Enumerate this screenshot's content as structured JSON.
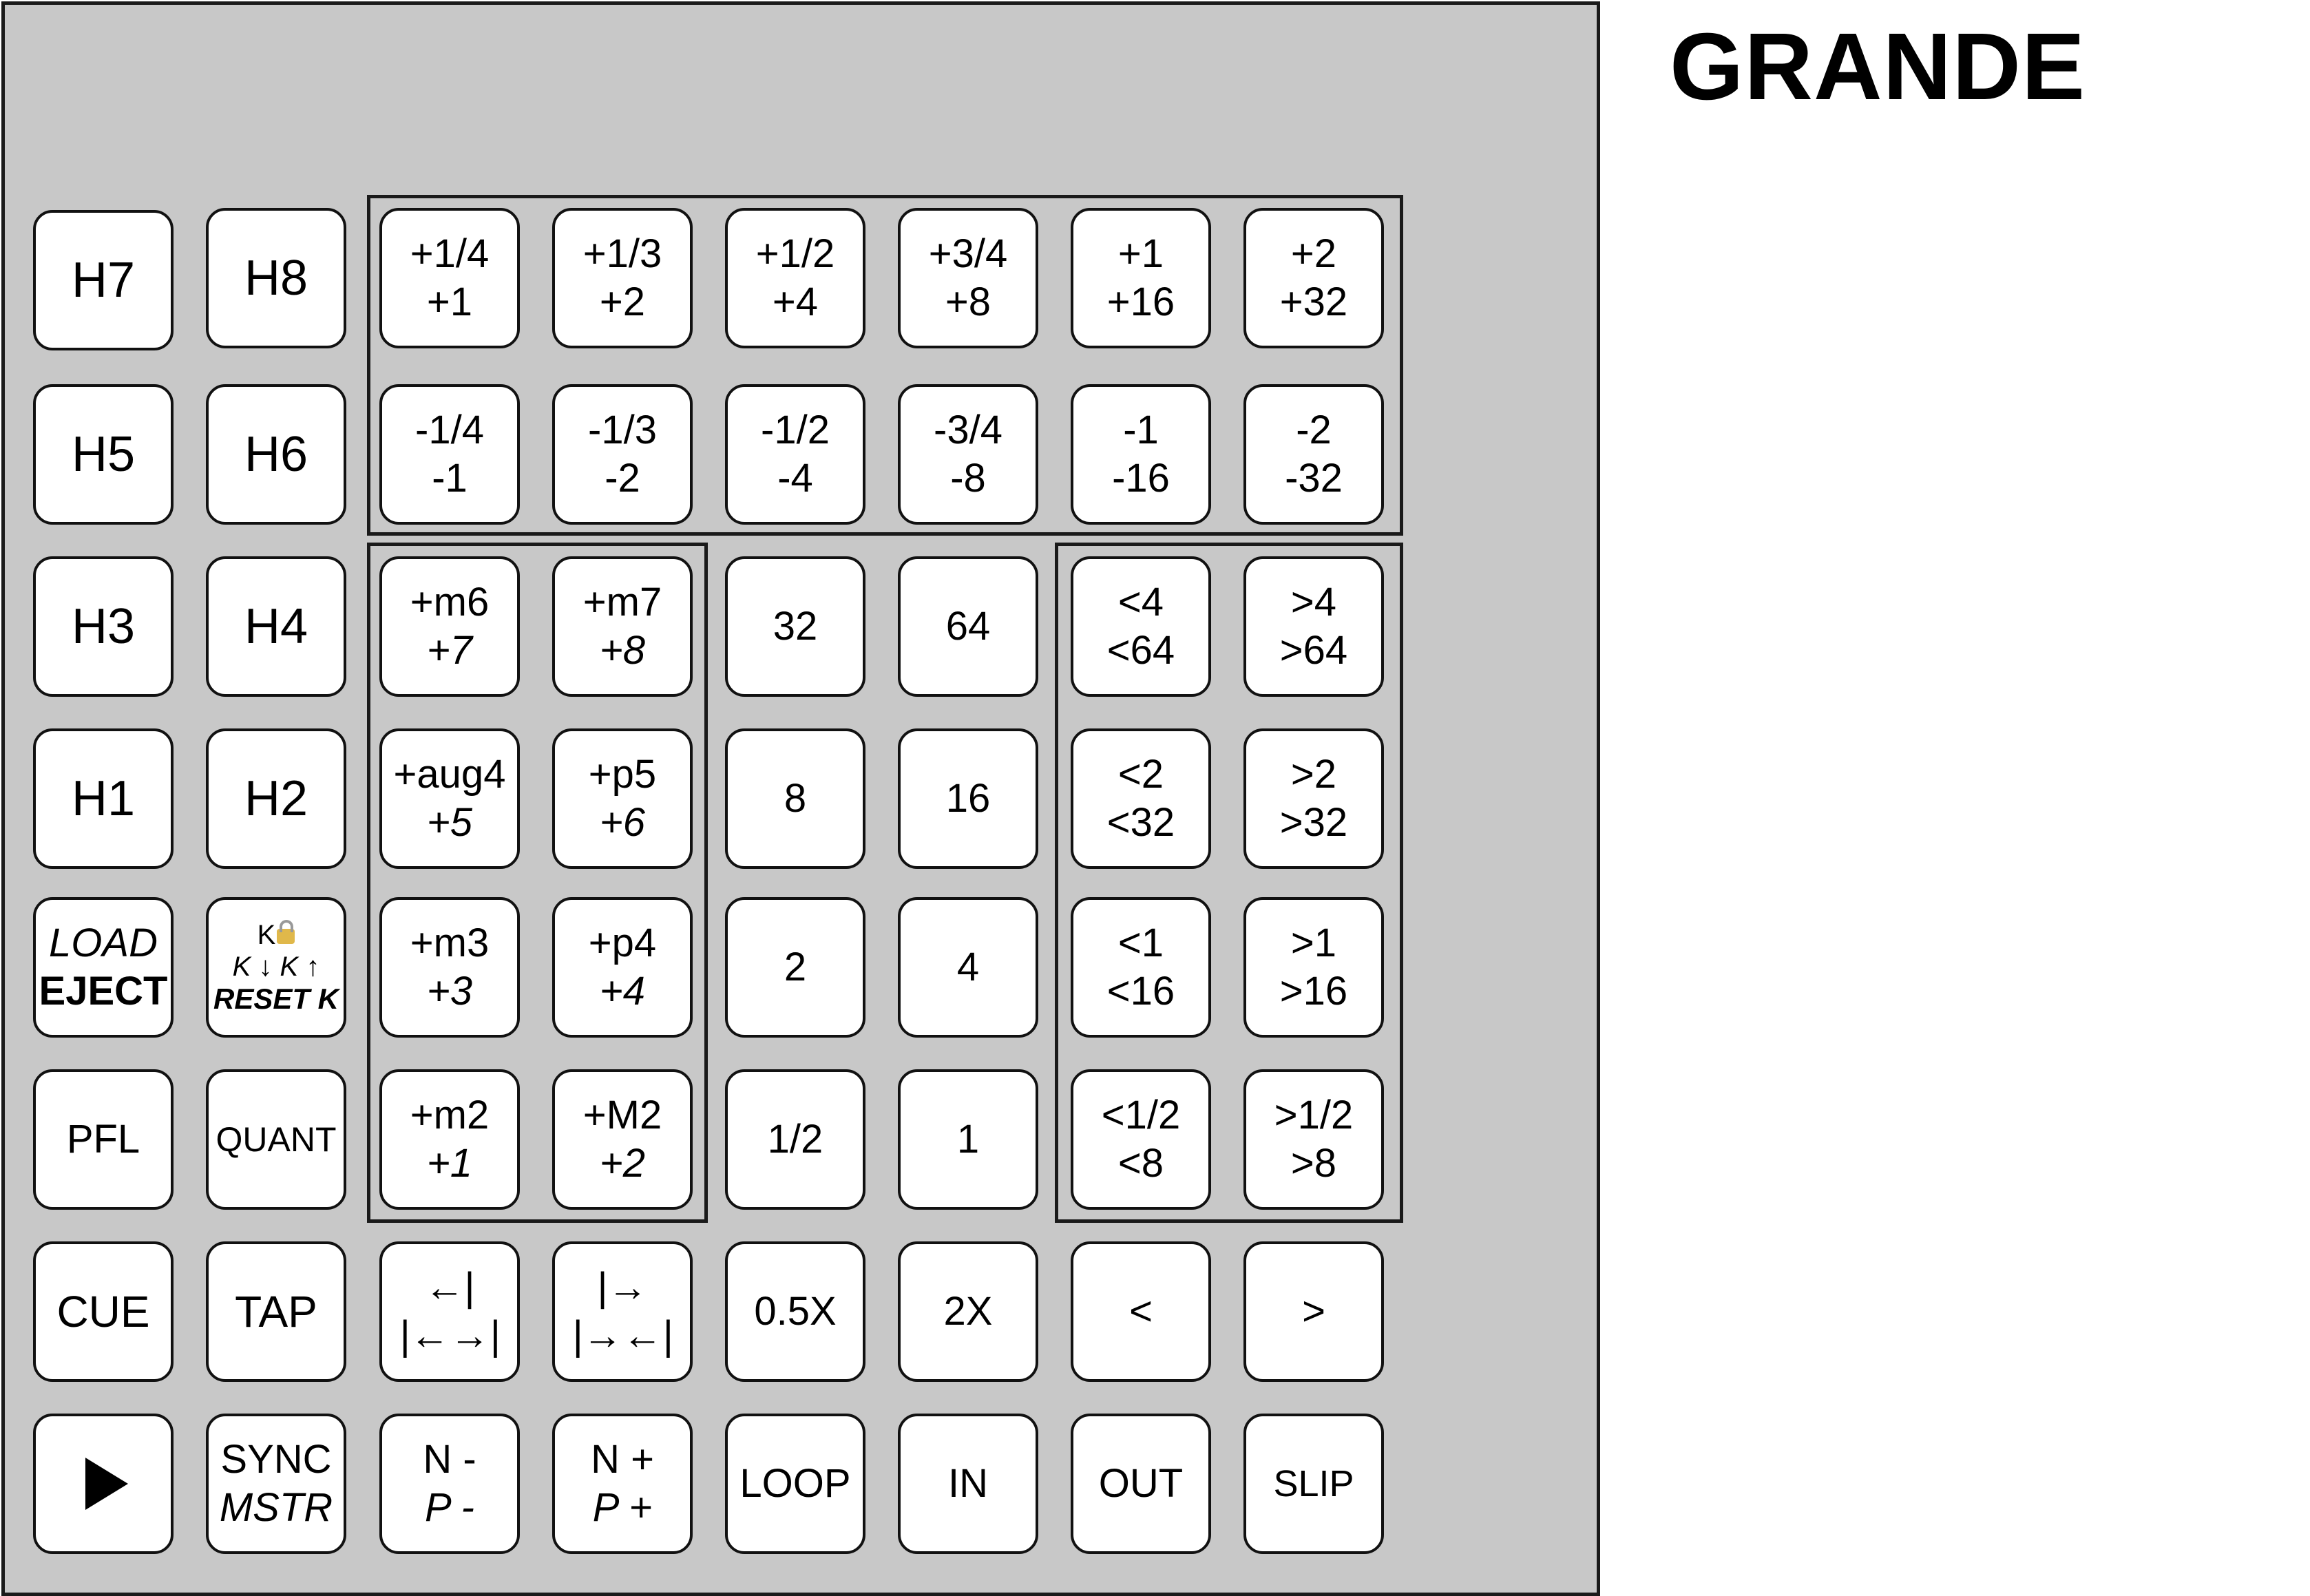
{
  "title": "GRANDE",
  "pads": {
    "h7": "H7",
    "h8": "H8",
    "h5": "H5",
    "h6": "H6",
    "h3": "H3",
    "h4": "H4",
    "h1": "H1",
    "h2": "H2",
    "load": {
      "top": "LOAD",
      "bottom": "EJECT"
    },
    "key": {
      "line1": "K",
      "line2": "K ↓ K ↑",
      "line3": "RESET K"
    },
    "pfl": "PFL",
    "quant": "QUANT",
    "cue": "CUE",
    "tap": "TAP",
    "play_icon": "play-icon",
    "sync": {
      "top": "SYNC",
      "bottom": "MSTR"
    },
    "nudge_minus": {
      "top": "N -",
      "bottom": "P -"
    },
    "nudge_plus": {
      "top": "N +",
      "bottom": "P +"
    },
    "loop": "LOOP",
    "in": "IN",
    "out": "OUT",
    "slip": "SLIP",
    "beatjump_left": {
      "top": "←|",
      "bottom": "|←→|"
    },
    "beatjump_right": {
      "top": "|→",
      "bottom": "|→←|"
    },
    "half_speed": "0.5X",
    "double_speed": "2X",
    "nudge_left": "<",
    "nudge_right": ">"
  },
  "pitch_up": [
    {
      "top": "+1/4",
      "bottom": "+1"
    },
    {
      "top": "+1/3",
      "bottom": "+2"
    },
    {
      "top": "+1/2",
      "bottom": "+4"
    },
    {
      "top": "+3/4",
      "bottom": "+8"
    },
    {
      "top": "+1",
      "bottom": "+16"
    },
    {
      "top": "+2",
      "bottom": "+32"
    }
  ],
  "pitch_down": [
    {
      "top": "-1/4",
      "bottom": "-1"
    },
    {
      "top": "-1/3",
      "bottom": "-2"
    },
    {
      "top": "-1/2",
      "bottom": "-4"
    },
    {
      "top": "-3/4",
      "bottom": "-8"
    },
    {
      "top": "-1",
      "bottom": "-16"
    },
    {
      "top": "-2",
      "bottom": "-32"
    }
  ],
  "intervals": [
    [
      {
        "top": "+m6",
        "bottom": "+7"
      },
      {
        "top": "+m7",
        "bottom": "+8"
      }
    ],
    [
      {
        "top": "+aug4",
        "bottom": "+5"
      },
      {
        "top": "+p5",
        "bottom": "+6"
      }
    ],
    [
      {
        "top": "+m3",
        "bottom": "+3"
      },
      {
        "top": "+p4",
        "bottom": "+4"
      }
    ],
    [
      {
        "top": "+m2",
        "bottom": "+1"
      },
      {
        "top": "+M2",
        "bottom": "+2"
      }
    ]
  ],
  "loop_sizes": [
    [
      "32",
      "64"
    ],
    [
      "8",
      "16"
    ],
    [
      "2",
      "4"
    ],
    [
      "1/2",
      "1"
    ]
  ],
  "beatjumps": [
    [
      {
        "top": "<4",
        "bottom": "<64"
      },
      {
        "top": ">4",
        "bottom": ">64"
      }
    ],
    [
      {
        "top": "<2",
        "bottom": "<32"
      },
      {
        "top": ">2",
        "bottom": ">32"
      }
    ],
    [
      {
        "top": "<1",
        "bottom": "<16"
      },
      {
        "top": ">1",
        "bottom": ">16"
      }
    ],
    [
      {
        "top": "<1/2",
        "bottom": "<8"
      },
      {
        "top": ">1/2",
        "bottom": ">8"
      }
    ]
  ]
}
